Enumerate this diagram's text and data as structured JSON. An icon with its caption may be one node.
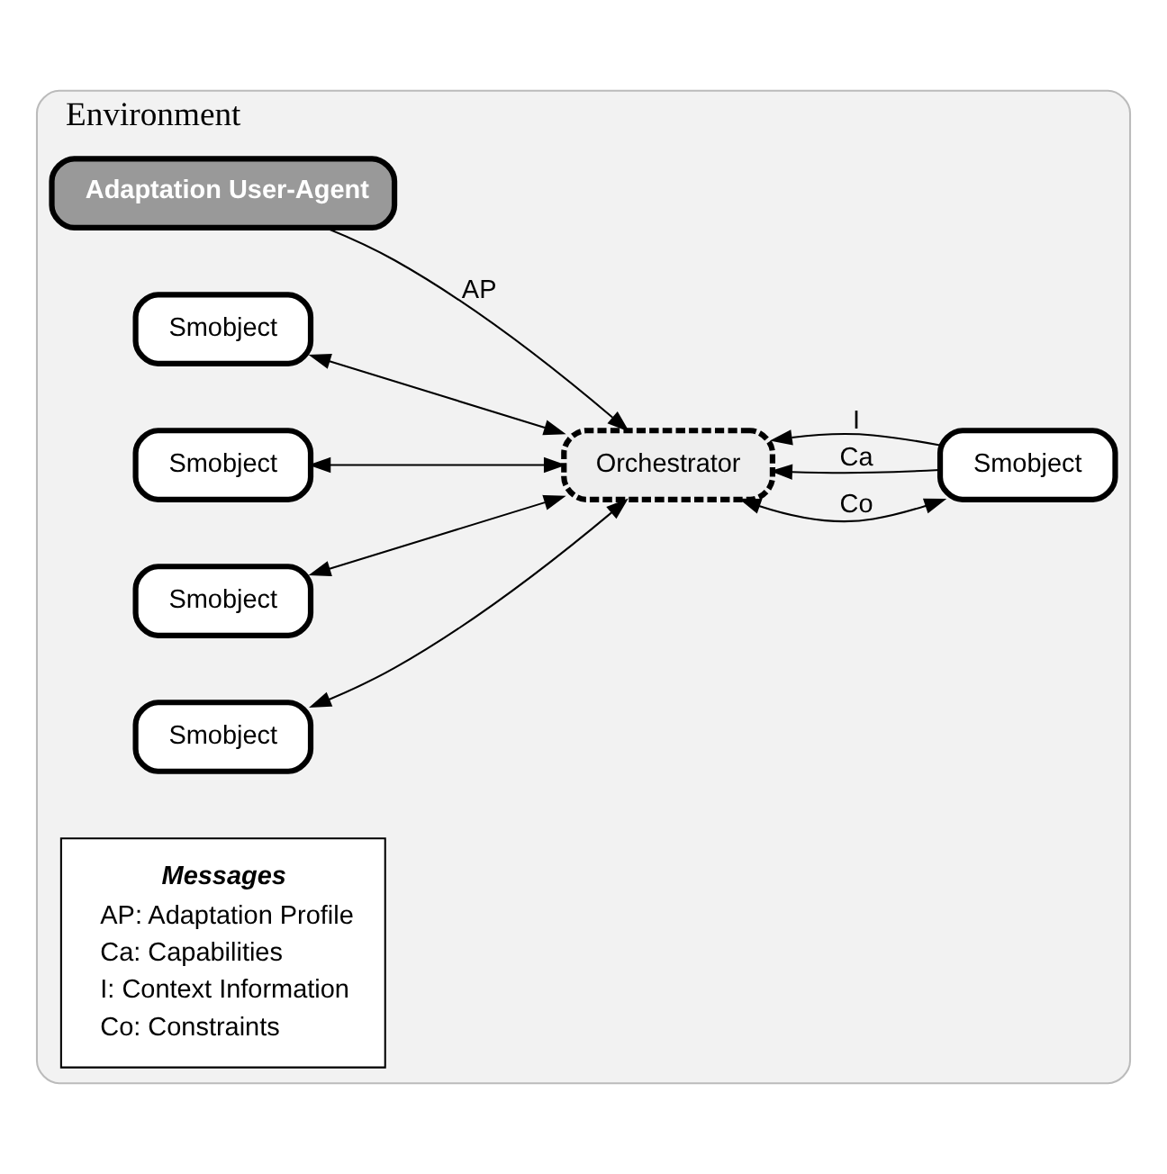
{
  "diagram": {
    "nodes": [
      {
        "text": [
          "Environment"
        ]
      },
      {
        "text": [
          "Adaptation User-Agent"
        ],
        "in": 0
      },
      {
        "text": [
          "Orchestrator"
        ],
        "in": 0
      },
      {
        "text": [
          "Smobject"
        ],
        "in": 0
      },
      {
        "text": [
          "Smobject"
        ],
        "in": 0
      },
      {
        "text": [
          "Smobject"
        ],
        "in": 0
      },
      {
        "text": [
          "Smobject"
        ],
        "in": 0
      },
      {
        "text": [
          "Smobject"
        ],
        "in": 0
      },
      {
        "text": [
          "Messages",
          "AP: Adaptation Profile",
          "Ca: Capabilities",
          "I: Context Information",
          "Co: Constraints"
        ],
        "in": 0
      }
    ],
    "edges": [
      {
        "from": 1,
        "to": 2,
        "arrow": "to",
        "label": "AP"
      },
      {
        "from": 3,
        "to": 2,
        "arrow": "both"
      },
      {
        "from": 4,
        "to": 2,
        "arrow": "both"
      },
      {
        "from": 5,
        "to": 2,
        "arrow": "to",
        "label": "Ca"
      },
      {
        "from": 5,
        "to": 2,
        "arrow": "to",
        "label": "I"
      },
      {
        "from": 2,
        "to": 5,
        "arrow": "both",
        "label": "Co"
      },
      {
        "from": 6,
        "to": 2,
        "arrow": "both"
      },
      {
        "from": 7,
        "to": 2,
        "arrow": "both"
      }
    ]
  }
}
